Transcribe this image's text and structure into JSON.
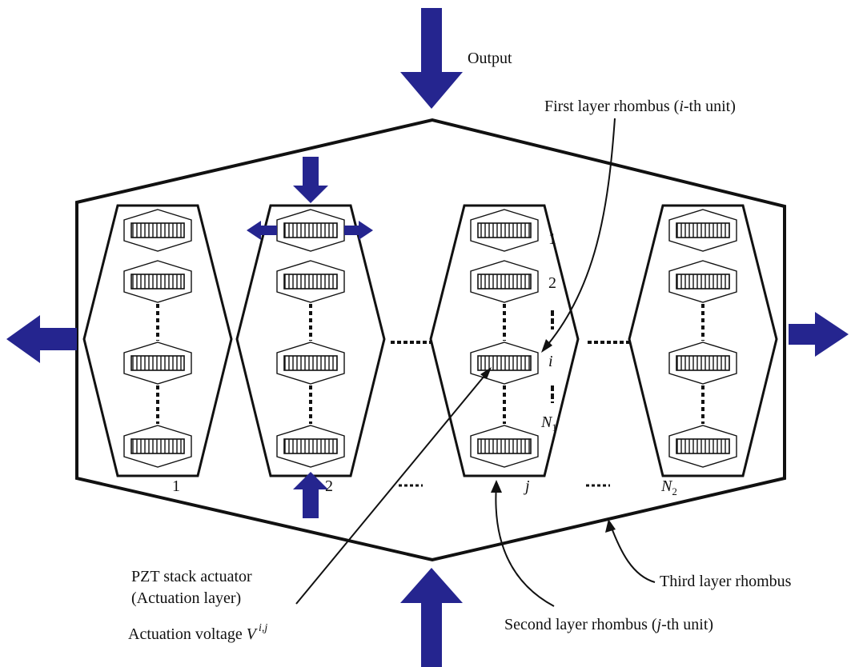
{
  "labels": {
    "output": "Output",
    "first_layer": {
      "prefix": "First layer rhombus (",
      "var": "i",
      "suffix": "-th unit)"
    },
    "second_layer": {
      "prefix": "Second layer rhombus (",
      "var": "j",
      "suffix": "-th unit)"
    },
    "third_layer": "Third layer rhombus",
    "pzt_line1": "PZT stack actuator",
    "pzt_line2": "(Actuation layer)",
    "voltage": {
      "text": "Actuation voltage ",
      "var": "V",
      "sup": "i,j"
    }
  },
  "column_labels": {
    "c1": "1",
    "c2": "2",
    "cj": "j",
    "cn_main": "N",
    "cn_sub": "2"
  },
  "row_labels": {
    "r1": "1",
    "r2": "2",
    "ri": "i",
    "rn_main": "N",
    "rn_sub": "1"
  },
  "colors": {
    "arrow": "#25258f",
    "stroke": "#111111"
  }
}
